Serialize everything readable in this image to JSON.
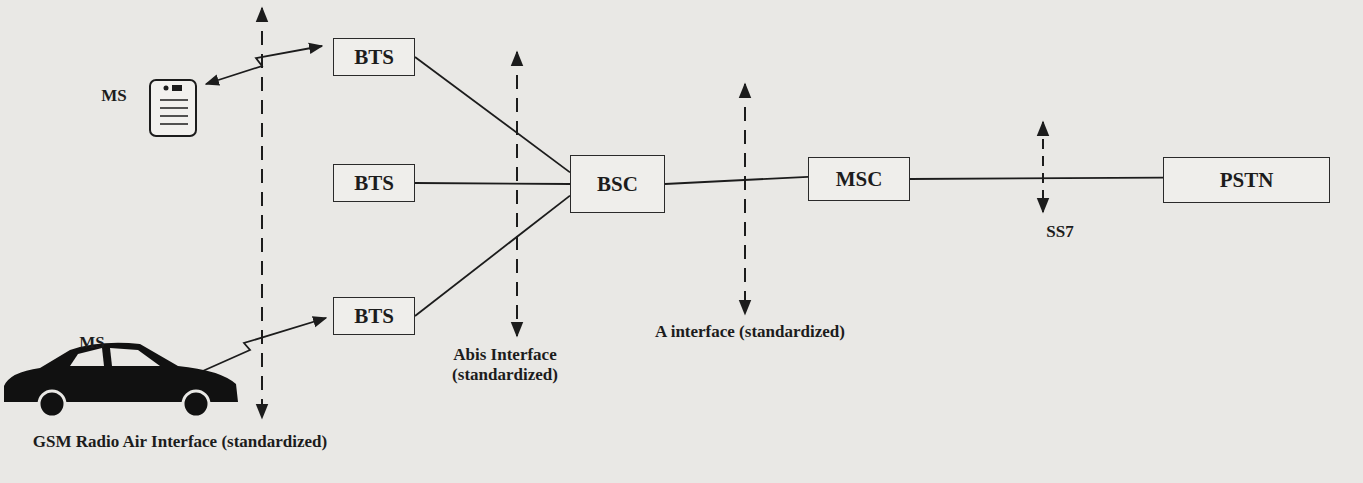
{
  "diagram": {
    "nodes": [
      {
        "text": [
          "BTS"
        ]
      },
      {
        "text": [
          "BTS"
        ]
      },
      {
        "text": [
          "BTS"
        ]
      },
      {
        "text": [
          "BSC"
        ]
      },
      {
        "text": [
          "MSC"
        ]
      },
      {
        "text": [
          "PSTN"
        ]
      }
    ],
    "edges": [
      {
        "from": 0,
        "to": 3,
        "arrow": "none"
      },
      {
        "from": 1,
        "to": 3,
        "arrow": "none"
      },
      {
        "from": 2,
        "to": 3,
        "arrow": "none"
      },
      {
        "from": 3,
        "to": 4,
        "arrow": "none"
      },
      {
        "from": 4,
        "to": 5,
        "arrow": "none"
      }
    ],
    "labels": [
      "MS",
      "MS",
      "Abis Interface (standardized)",
      "A interface (standardized)",
      "SS7",
      "GSM Radio Air Interface (standardized)"
    ]
  }
}
